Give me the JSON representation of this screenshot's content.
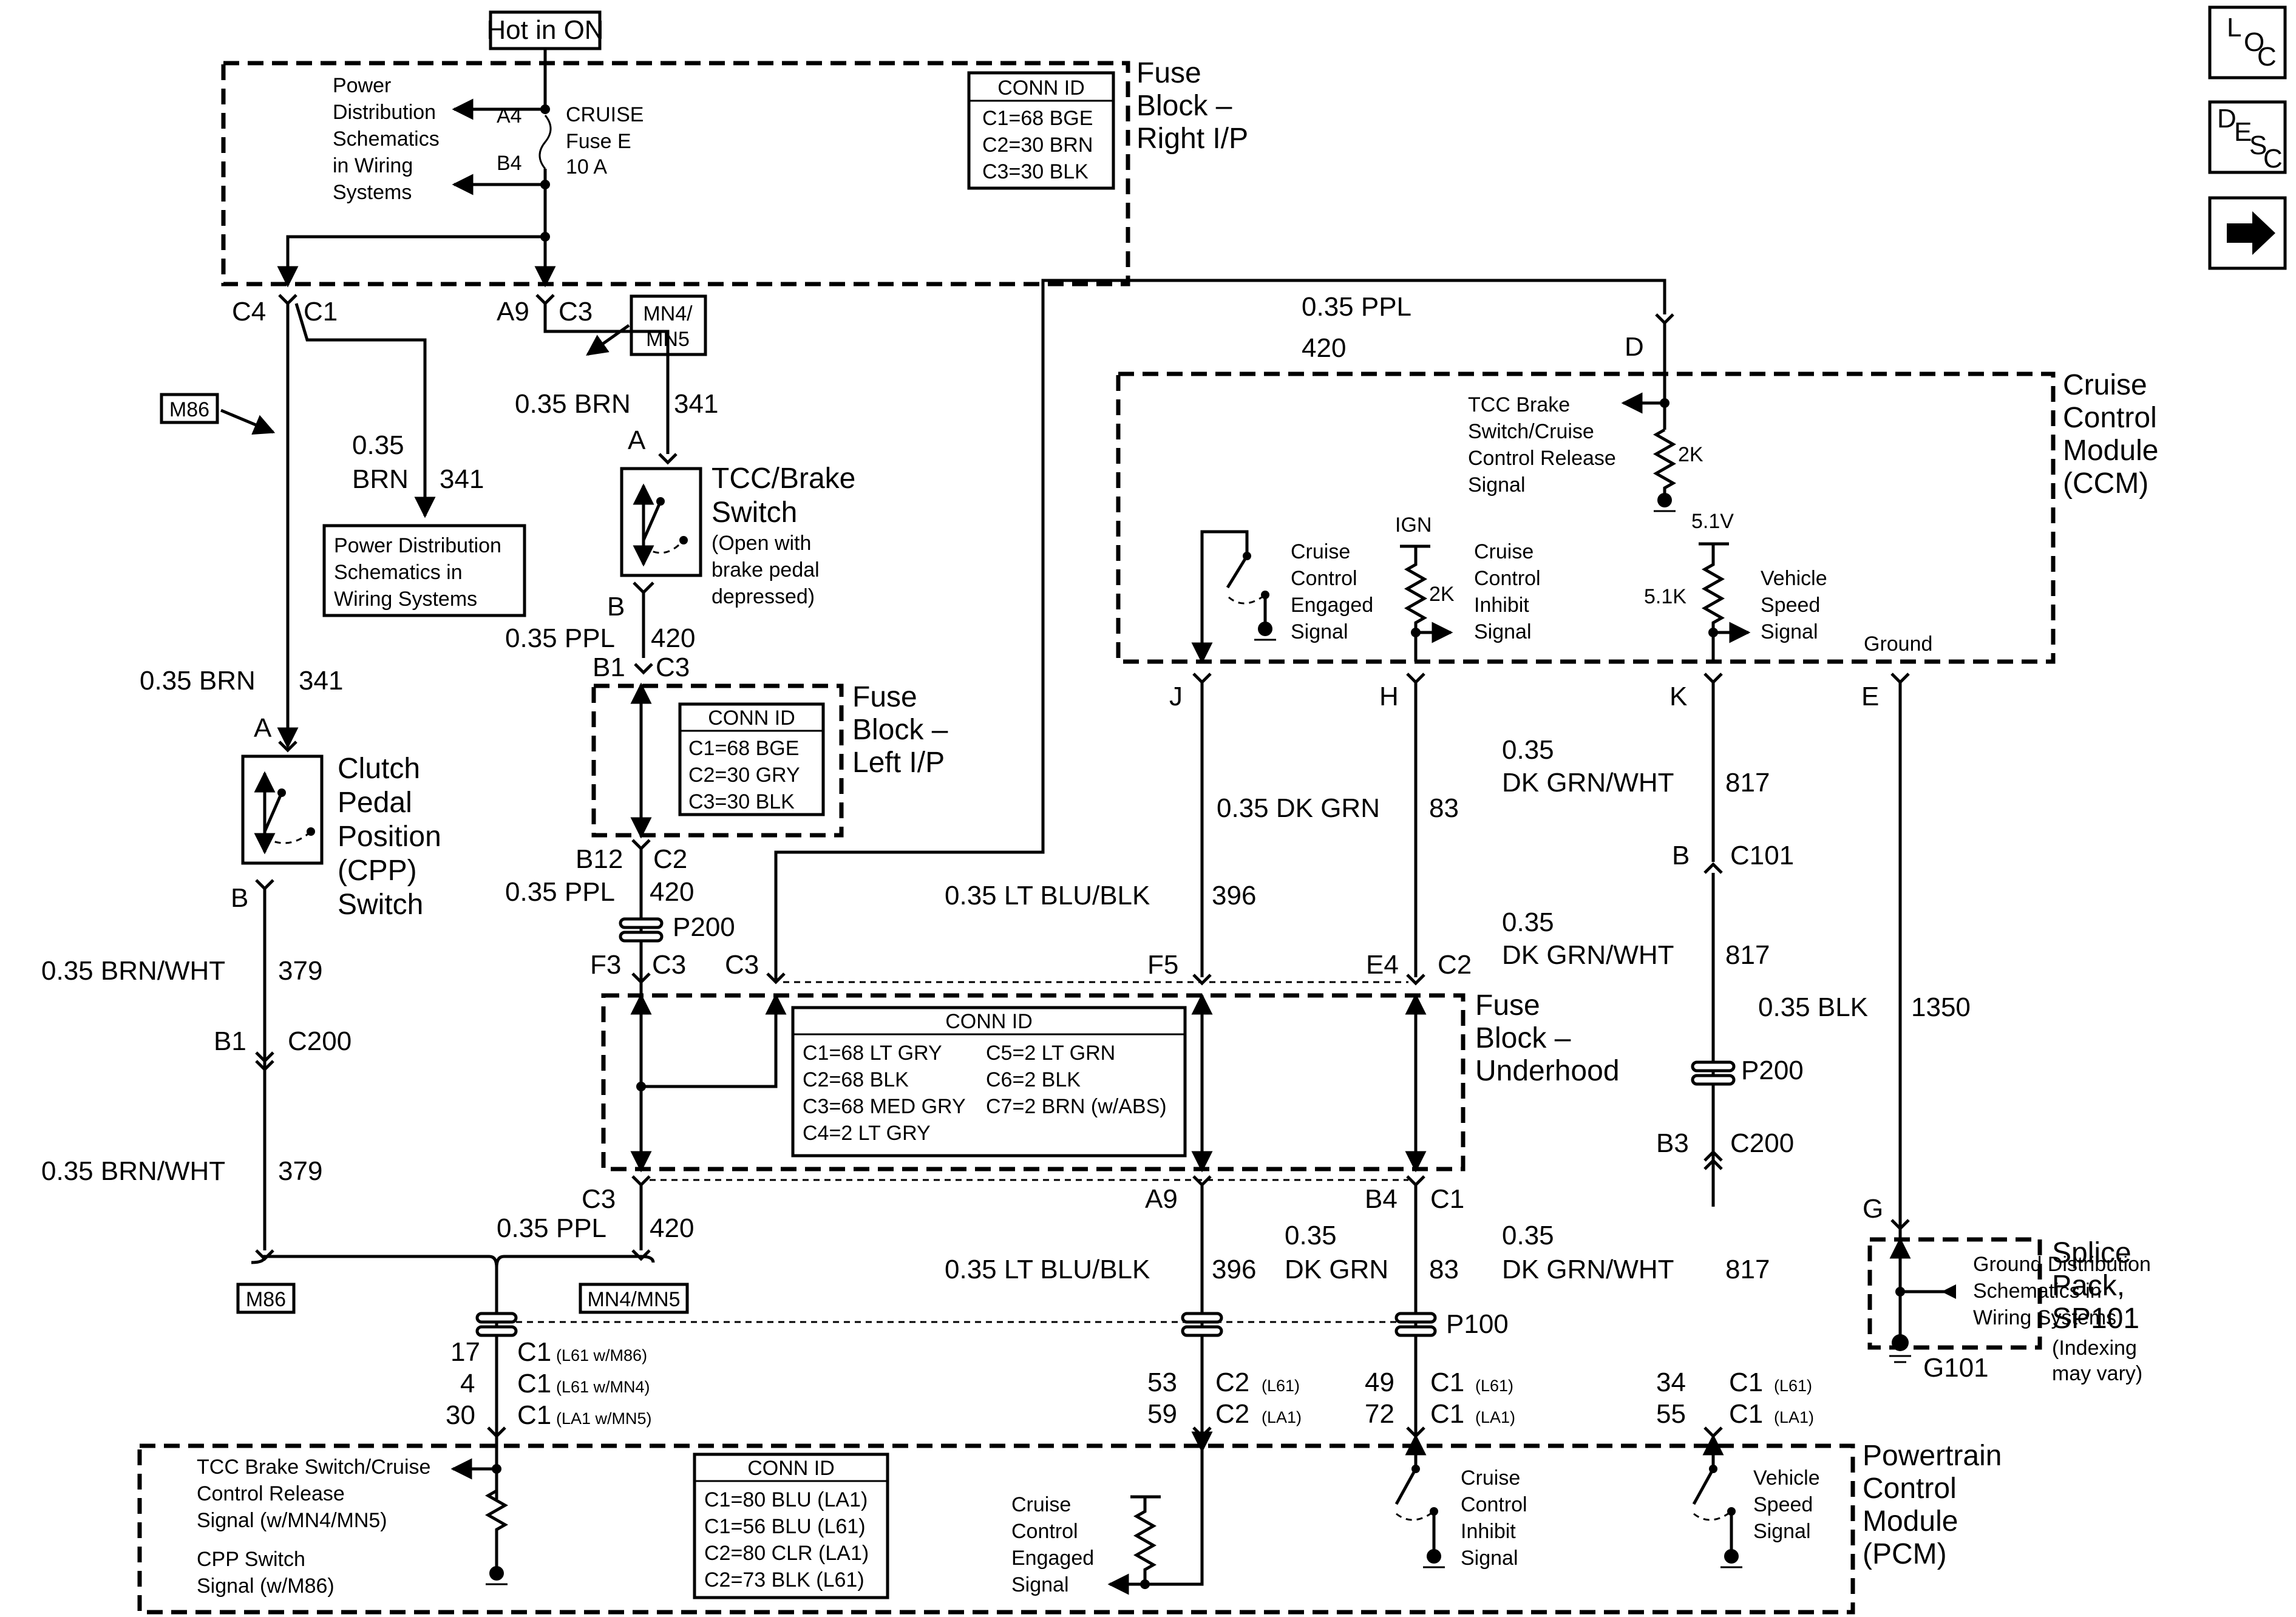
{
  "top_label": "Hot in ON",
  "nav_buttons": [
    {
      "name": "loc-button",
      "letters": [
        "L",
        "O",
        "C"
      ]
    },
    {
      "name": "desc-button",
      "letters": [
        "D",
        "E",
        "S",
        "C"
      ]
    },
    {
      "name": "next-arrow-button",
      "icon": "right-arrow-icon"
    }
  ],
  "fuse_block_right": {
    "title": [
      "Fuse",
      "Block –",
      "Right I/P"
    ],
    "power_dist": [
      "Power",
      "Distribution",
      "Schematics",
      "in Wiring",
      "Systems"
    ],
    "pin_a4": "A4",
    "pin_b4": "B4",
    "fuse": [
      "CRUISE",
      "Fuse E",
      "10 A"
    ],
    "conn_title": "CONN ID",
    "conn": [
      "C1=68 BGE",
      "C2=30 BRN",
      "C3=30 BLK"
    ],
    "c4": "C4",
    "c1": "C1",
    "a9": "A9",
    "c3": "C3"
  },
  "mn_tag": [
    "MN4/",
    "MN5"
  ],
  "m86_tag": "M86",
  "mn4mn5_tag": "MN4/MN5",
  "wire_035_brn_341_right": [
    "0.35 BRN",
    "341"
  ],
  "wire_035_brn_split": [
    "0.35",
    "BRN",
    "341"
  ],
  "power_dist_box": [
    "Power Distribution",
    "Schematics in",
    "Wiring Systems"
  ],
  "tcc_switch": {
    "pin_a": "A",
    "pin_b": "B",
    "title": [
      "TCC/Brake",
      "Switch"
    ],
    "note": [
      "(Open with",
      "brake pedal",
      "depressed)"
    ]
  },
  "wire_035_ppl_420": [
    "0.35 PPL",
    "420"
  ],
  "b1c3": [
    "B1",
    "C3"
  ],
  "fuse_block_left": {
    "title": [
      "Fuse",
      "Block –",
      "Left I/P"
    ],
    "conn_title": "CONN ID",
    "conn": [
      "C1=68 BGE",
      "C2=30 GRY",
      "C3=30 BLK"
    ]
  },
  "b12c2": [
    "B12",
    "C2"
  ],
  "p200_left": "P200",
  "f3c3": [
    "F3",
    "C3"
  ],
  "c3_top": "C3",
  "clutch": {
    "wire_above": [
      "0.35 BRN",
      "341"
    ],
    "pin_a": "A",
    "pin_b": "B",
    "title": [
      "Clutch",
      "Pedal",
      "Position",
      "(CPP)",
      "Switch"
    ]
  },
  "wire_035_brn_wht_379": [
    "0.35 BRN/WHT",
    "379"
  ],
  "b1_c200": [
    "B1",
    "C200"
  ],
  "wire_035_ppl_top": [
    "0.35 PPL",
    "420"
  ],
  "pin_d": "D",
  "ccm": {
    "title": [
      "Cruise",
      "Control",
      "Module",
      "(CCM)"
    ],
    "tcc_signal": [
      "TCC Brake",
      "Switch/Cruise",
      "Control Release",
      "Signal"
    ],
    "r_2k_top": "2K",
    "engaged": [
      "Cruise",
      "Control",
      "Engaged",
      "Signal"
    ],
    "ign": "IGN",
    "r_2k": "2K",
    "inhibit": [
      "Cruise",
      "Control",
      "Inhibit",
      "Signal"
    ],
    "v51": "5.1V",
    "r_51k": "5.1K",
    "vss": [
      "Vehicle",
      "Speed",
      "Signal"
    ],
    "ground": "Ground",
    "pins": [
      "J",
      "H",
      "K",
      "E"
    ]
  },
  "wire_396": [
    "0.35 LT BLU/BLK",
    "396"
  ],
  "wire_83": [
    "0.35 DK GRN",
    "83"
  ],
  "wire_817_top": [
    "0.35",
    "DK GRN/WHT",
    "817"
  ],
  "b_c101": [
    "B",
    "C101"
  ],
  "wire_817_mid": [
    "0.35",
    "DK GRN/WHT",
    "817"
  ],
  "wire_1350": [
    "0.35 BLK",
    "1350"
  ],
  "p200_right": "P200",
  "b3_c200": [
    "B3",
    "C200"
  ],
  "f5": "F5",
  "e4_c2": [
    "E4",
    "C2"
  ],
  "fuse_block_underhood": {
    "title": [
      "Fuse",
      "Block –",
      "Underhood"
    ],
    "conn_title": "CONN ID",
    "conn_left": [
      "C1=68 LT GRY",
      "C2=68 BLK",
      "C3=68 MED GRY",
      "C4=2 LT GRY"
    ],
    "conn_right": [
      "C5=2 LT GRN",
      "C6=2 BLK",
      "C7=2 BRN (w/ABS)"
    ]
  },
  "c3_bottom": "C3",
  "a9": "A9",
  "b4_c1": [
    "B4",
    "C1"
  ],
  "wire_396_low": [
    "0.35 LT BLU/BLK",
    "396"
  ],
  "wire_83_low": [
    "0.35",
    "DK GRN",
    "83"
  ],
  "wire_817_low": [
    "0.35",
    "DK GRN/WHT",
    "817"
  ],
  "g_pin": "G",
  "splice": {
    "title": [
      "Splice",
      "Pack,",
      "SP101"
    ],
    "note": [
      "(Indexing",
      "may vary)"
    ],
    "gd": [
      "Ground Distribution",
      "Schematics in",
      "Wiring Systems"
    ],
    "g101": "G101"
  },
  "p100": "P100",
  "pcm_left_pins": {
    "nums": [
      "17",
      "4",
      "30"
    ],
    "conns": [
      "C1",
      "C1",
      "C1"
    ],
    "opts": [
      "(L61 w/M86)",
      "(L61 w/MN4)",
      "(LA1 w/MN5)"
    ]
  },
  "pcm_mid_pins": {
    "nums": [
      "53",
      "59"
    ],
    "conns": [
      "C2",
      "C2"
    ],
    "opts": [
      "(L61)",
      "(LA1)"
    ]
  },
  "pcm_h_pins": {
    "nums": [
      "49",
      "72"
    ],
    "conns": [
      "C1",
      "C1"
    ],
    "opts": [
      "(L61)",
      "(LA1)"
    ]
  },
  "pcm_k_pins": {
    "nums": [
      "34",
      "55"
    ],
    "conns": [
      "C1",
      "C1"
    ],
    "opts": [
      "(L61)",
      "(LA1)"
    ]
  },
  "pcm": {
    "title": [
      "Powertrain",
      "Control",
      "Module",
      "(PCM)"
    ],
    "tcc_signal": [
      "TCC Brake Switch/Cruise",
      "Control Release",
      "Signal (w/MN4/MN5)"
    ],
    "cpp_signal": [
      "CPP Switch",
      "Signal (w/M86)"
    ],
    "conn_title": "CONN ID",
    "conn": [
      "C1=80 BLU (LA1)",
      "C1=56 BLU (L61)",
      "C2=80 CLR (LA1)",
      "C2=73 BLK (L61)"
    ],
    "engaged": [
      "Cruise",
      "Control",
      "Engaged",
      "Signal"
    ],
    "inhibit": [
      "Cruise",
      "Control",
      "Inhibit",
      "Signal"
    ],
    "vss": [
      "Vehicle",
      "Speed",
      "Signal"
    ]
  }
}
